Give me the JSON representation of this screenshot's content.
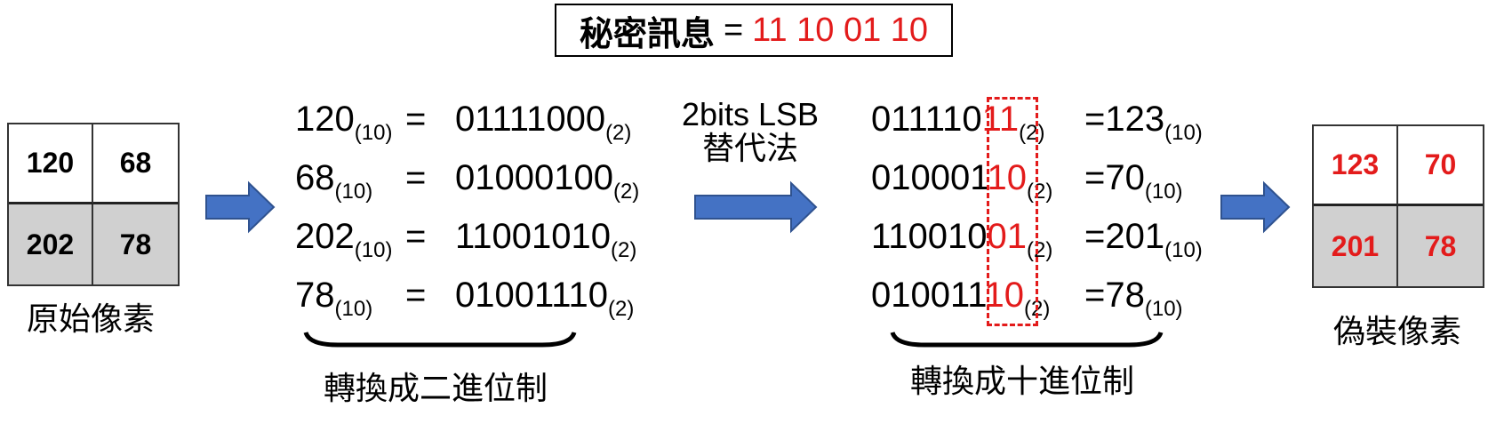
{
  "secret": {
    "label": "秘密訊息",
    "equals": "=",
    "bits": "11 10 01 10"
  },
  "original": {
    "caption": "原始像素",
    "pixels": [
      "120",
      "68",
      "202",
      "78"
    ]
  },
  "disguised": {
    "caption": "偽裝像素",
    "pixels": [
      "123",
      "70",
      "201",
      "78"
    ]
  },
  "method_label": {
    "line1": "2bits LSB",
    "line2": "替代法"
  },
  "to_binary": {
    "caption": "轉換成二進位制",
    "rows": [
      {
        "decimal": "120",
        "decimal_base": "(10)",
        "equals": "=",
        "binary": "01111000",
        "binary_base": "(2)"
      },
      {
        "decimal": "68",
        "decimal_base": "(10)",
        "equals": "=",
        "binary": "01000100",
        "binary_base": "(2)"
      },
      {
        "decimal": "202",
        "decimal_base": "(10)",
        "equals": "=",
        "binary": "11001010",
        "binary_base": "(2)"
      },
      {
        "decimal": "78",
        "decimal_base": "(10)",
        "equals": "=",
        "binary": "01001110",
        "binary_base": "(2)"
      }
    ]
  },
  "to_decimal": {
    "caption": "轉換成十進位制",
    "rows": [
      {
        "binary_high": "011110",
        "binary_low": "11",
        "binary_base": "(2)",
        "equals": "=",
        "decimal": "123",
        "decimal_base": "(10)"
      },
      {
        "binary_high": "010001",
        "binary_low": "10",
        "binary_base": "(2)",
        "equals": "=",
        "decimal": "70",
        "decimal_base": "(10)"
      },
      {
        "binary_high": "110010",
        "binary_low": "01",
        "binary_base": "(2)",
        "equals": "=",
        "decimal": "201",
        "decimal_base": "(10)"
      },
      {
        "binary_high": "010011",
        "binary_low": "10",
        "binary_base": "(2)",
        "equals": "=",
        "decimal": "78",
        "decimal_base": "(10)"
      }
    ]
  },
  "colors": {
    "arrow_fill": "#4472c4",
    "arrow_stroke": "#2f528f",
    "highlight": "#e31b1b",
    "cell_gray": "#d0d0d0"
  },
  "icons": [
    "right-arrow-icon",
    "right-arrow-icon",
    "right-arrow-icon"
  ]
}
